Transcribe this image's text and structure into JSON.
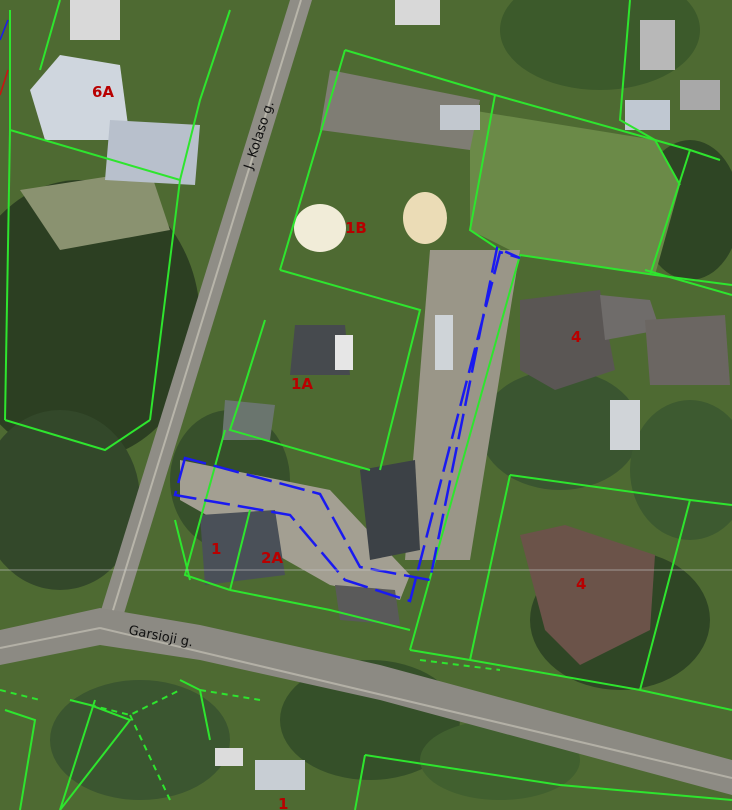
{
  "map": {
    "type": "aerial cadastral map",
    "colors": {
      "parcel_line": "#2ee52e",
      "highlight_outline": "#1a1af0",
      "parcel_label": "#b80000",
      "street_label": "#111111"
    },
    "streets": [
      {
        "name": "J. Kolaso g."
      },
      {
        "name": "Garsioji g."
      }
    ],
    "parcels": [
      {
        "label": "6A"
      },
      {
        "label": "1B"
      },
      {
        "label": "1A"
      },
      {
        "label": "4"
      },
      {
        "label": "4"
      },
      {
        "label": "1"
      },
      {
        "label": "2A"
      },
      {
        "label": "1"
      }
    ],
    "highlight": {
      "style": "dashed blue outline"
    }
  }
}
